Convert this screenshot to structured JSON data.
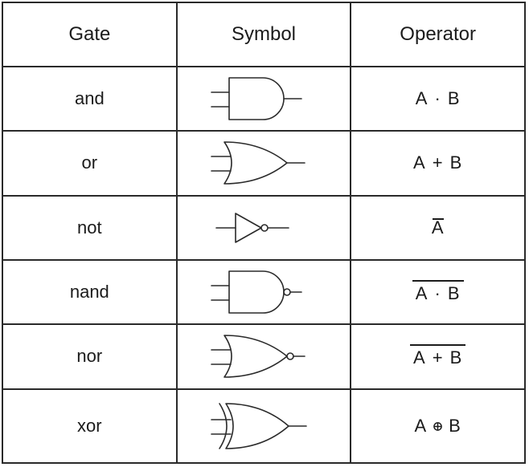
{
  "headers": {
    "gate": "Gate",
    "symbol": "Symbol",
    "operator": "Operator"
  },
  "rows": [
    {
      "gate": "and",
      "symbol": "and-gate-icon",
      "operator": {
        "a": "A",
        "mid": "·",
        "b": "B"
      }
    },
    {
      "gate": "or",
      "symbol": "or-gate-icon",
      "operator": {
        "a": "A",
        "mid": "+",
        "b": "B"
      }
    },
    {
      "gate": "not",
      "symbol": "not-gate-icon",
      "operator": {
        "a": "A"
      }
    },
    {
      "gate": "nand",
      "symbol": "nand-gate-icon",
      "operator": {
        "a": "A",
        "mid": "·",
        "b": "B"
      }
    },
    {
      "gate": "nor",
      "symbol": "nor-gate-icon",
      "operator": {
        "a": "A",
        "mid": "+",
        "b": "B"
      }
    },
    {
      "gate": "xor",
      "symbol": "xor-gate-icon",
      "operator": {
        "a": "A",
        "b": "B"
      }
    }
  ]
}
